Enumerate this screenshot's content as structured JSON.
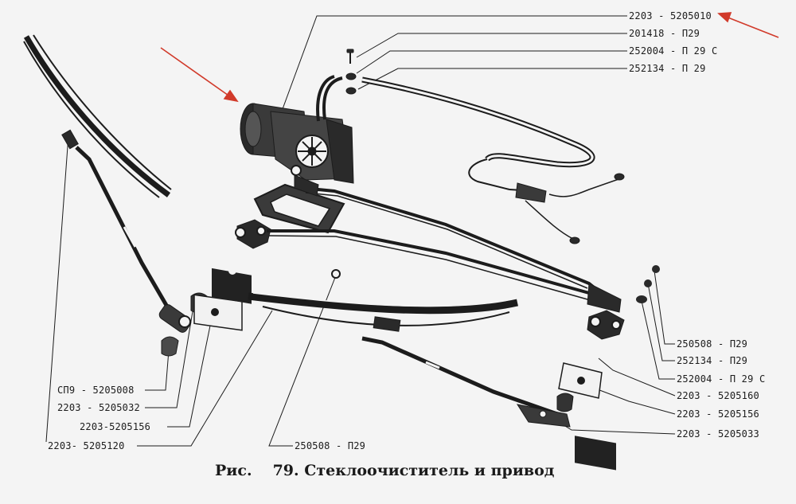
{
  "labels": {
    "motor": "2203 - 5205010",
    "bolt": "201418 - П29",
    "washer_top": "252004 - П 29 С",
    "nut_top": "252134 - П 29",
    "nut_right_1": "250508 - П29",
    "nut_right_2": "252134 - П29",
    "washer_right": "252004 - П 29 С",
    "gasket_right": "2203 - 5205160",
    "plate_right": "2203 - 5205156",
    "arm_right": "2203 - 5205033",
    "cap_left": "СП9 - 5205008",
    "gasket_left": "2203 - 5205032",
    "plate_left": "2203-5205156",
    "blade_left": "2203- 5205120",
    "nut_bottom": "250508 - П29"
  },
  "caption": {
    "prefix": "Рис.",
    "number": "79.",
    "title": "Стеклоочиститель и привод"
  },
  "colors": {
    "ink": "#1c1c1c",
    "arrow": "#d13a2a",
    "paper": "#f4f4f4"
  }
}
